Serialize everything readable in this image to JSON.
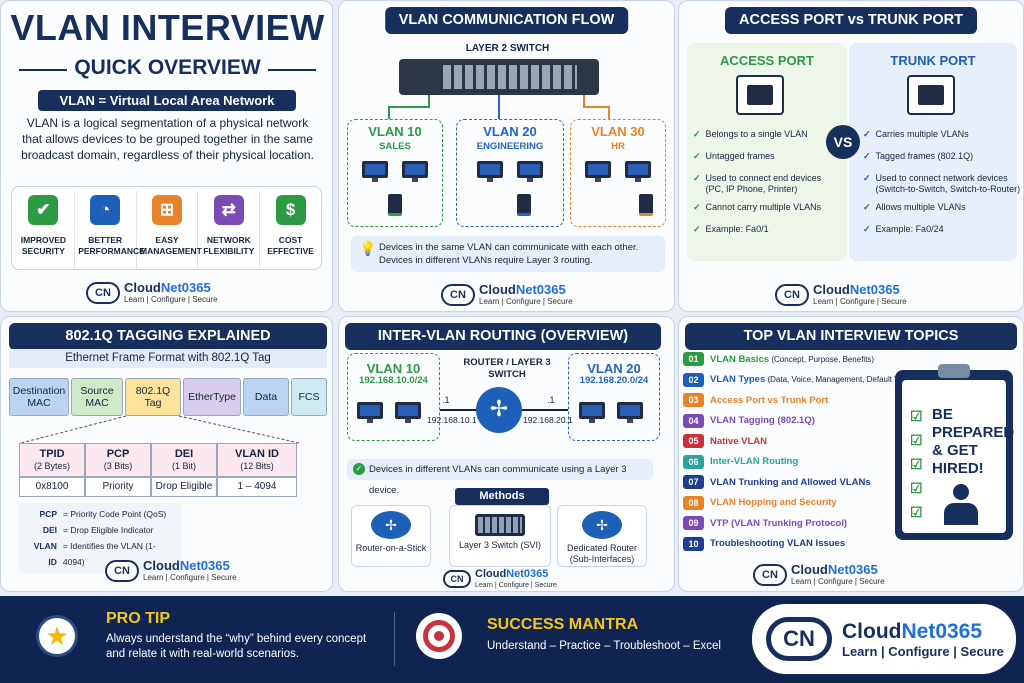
{
  "overview": {
    "title_line1": "VLAN INTERVIEW",
    "title_line2": "QUICK OVERVIEW",
    "definition": "VLAN = Virtual Local Area Network",
    "description": "VLAN is a logical segmentation of a physical network that allows devices to be grouped together in the same broadcast domain, regardless of their physical location.",
    "benefits": [
      {
        "label": "IMPROVED SECURITY",
        "icon": "shield-check-icon",
        "color": "#2e9a44"
      },
      {
        "label": "BETTER PERFORMANCE",
        "icon": "speedometer-icon",
        "color": "#1e5fb8"
      },
      {
        "label": "EASY MANAGEMENT",
        "icon": "hierarchy-icon",
        "color": "#e8832a"
      },
      {
        "label": "NETWORK FLEXIBILITY",
        "icon": "swap-arrows-icon",
        "color": "#7b4bb5"
      },
      {
        "label": "COST EFFECTIVE",
        "icon": "money-bag-icon",
        "color": "#2e9a44"
      }
    ]
  },
  "flow": {
    "title": "VLAN COMMUNICATION FLOW",
    "switch_label": "LAYER 2 SWITCH",
    "vlans": [
      {
        "name": "VLAN 10",
        "dept": "SALES",
        "color": "#2e9a44"
      },
      {
        "name": "VLAN 20",
        "dept": "ENGINEERING",
        "color": "#2563c9"
      },
      {
        "name": "VLAN 30",
        "dept": "HR",
        "color": "#e8832a"
      }
    ],
    "note_line1": "Devices in the same VLAN can communicate with each other.",
    "note_line2": "Devices in different VLANs require Layer 3 routing."
  },
  "ports": {
    "title": "ACCESS PORT vs TRUNK PORT",
    "vs": "VS",
    "access": {
      "title": "ACCESS PORT",
      "items": [
        "Belongs to a single VLAN",
        "Untagged frames",
        "Used to connect end devices (PC, IP Phone, Printer)",
        "Cannot carry multiple VLANs",
        "Example: Fa0/1"
      ]
    },
    "trunk": {
      "title": "TRUNK PORT",
      "items": [
        "Carries multiple VLANs",
        "Tagged frames (802.1Q)",
        "Used to connect network devices (Switch-to-Switch, Switch-to-Router)",
        "Allows multiple VLANs",
        "Example: Fa0/24"
      ]
    }
  },
  "tagging": {
    "title": "802.1Q TAGGING EXPLAINED",
    "subtitle": "Ethernet Frame Format with 802.1Q Tag",
    "frame": [
      {
        "label": "Destination MAC",
        "color": "#bcd4f2"
      },
      {
        "label": "Source MAC",
        "color": "#cfe9c9"
      },
      {
        "label": "802.1Q Tag",
        "color": "#fbe39b"
      },
      {
        "label": "EtherType",
        "color": "#d9cdef"
      },
      {
        "label": "Data",
        "color": "#bcd4f2"
      },
      {
        "label": "FCS",
        "color": "#cdeaf0"
      }
    ],
    "fields": [
      {
        "name": "TPID",
        "size": "(2 Bytes)",
        "value": "0x8100"
      },
      {
        "name": "PCP",
        "size": "(3 Bits)",
        "value": "Priority"
      },
      {
        "name": "DEI",
        "size": "(1 Bit)",
        "value": "Drop Eligible"
      },
      {
        "name": "VLAN ID",
        "size": "(12 Bits)",
        "value": "1 – 4094"
      }
    ],
    "legend": [
      {
        "key": "PCP",
        "text": "= Priority Code Point (QoS)"
      },
      {
        "key": "DEI",
        "text": "= Drop Eligible Indicator"
      },
      {
        "key": "VLAN ID",
        "text": "= Identifies the VLAN (1-4094)"
      }
    ]
  },
  "routing": {
    "title": "INTER-VLAN ROUTING (OVERVIEW)",
    "router_label": "ROUTER / LAYER 3 SWITCH",
    "left": {
      "name": "VLAN 10",
      "subnet": "192.168.10.0/24",
      "gw": "192.168.10.1",
      "dot": ".1"
    },
    "right": {
      "name": "VLAN 20",
      "subnet": "192.168.20.0/24",
      "gw": "192.168.20.1",
      "dot": ".1"
    },
    "note": "Devices in different VLANs can communicate using a Layer 3 device.",
    "methods_title": "Methods",
    "methods": [
      "Router-on-a-Stick",
      "Layer 3 Switch (SVI)",
      "Dedicated Router (Sub-Interfaces)"
    ]
  },
  "topics": {
    "title": "TOP VLAN INTERVIEW TOPICS",
    "items": [
      {
        "num": "01",
        "main": "VLAN Basics",
        "sub": " (Concept, Purpose, Benefits)",
        "color": "#2e9a44"
      },
      {
        "num": "02",
        "main": "VLAN Types",
        "sub": " (Data, Voice, Management, Default VLAN)",
        "color": "#1e5fb8"
      },
      {
        "num": "03",
        "main": "Access Port vs Trunk Port",
        "sub": "",
        "color": "#e8832a"
      },
      {
        "num": "04",
        "main": "VLAN Tagging (802.1Q)",
        "sub": "",
        "color": "#7b4bb5"
      },
      {
        "num": "05",
        "main": "Native VLAN",
        "sub": "",
        "color": "#c8323c"
      },
      {
        "num": "06",
        "main": "Inter-VLAN Routing",
        "sub": "",
        "color": "#2aa39a"
      },
      {
        "num": "07",
        "main": "VLAN Trunking and Allowed VLANs",
        "sub": "",
        "color": "#1e3f8f"
      },
      {
        "num": "08",
        "main": "VLAN Hopping and Security",
        "sub": "",
        "color": "#e8832a"
      },
      {
        "num": "09",
        "main": "VTP (VLAN Trunking Protocol)",
        "sub": "",
        "color": "#7b4bb5"
      },
      {
        "num": "10",
        "main": "Troubleshooting VLAN Issues",
        "sub": "",
        "color": "#1e3f8f"
      }
    ],
    "clipboard_text": "BE PREPARED & GET HIRED!"
  },
  "brand": {
    "name_a": "Cloud",
    "name_b": "Net0365",
    "tagline": "Learn | Configure | Secure",
    "badge": "CN"
  },
  "footer": {
    "tip_title": "PRO TIP",
    "tip_text": "Always understand the “why” behind every concept and relate it with real-world scenarios.",
    "mantra_title": "SUCCESS MANTRA",
    "mantra_text": "Understand – Practice – Troubleshoot – Excel",
    "brand_learn": "Learn",
    "brand_configure": "Configure",
    "brand_secure": "Secure"
  }
}
